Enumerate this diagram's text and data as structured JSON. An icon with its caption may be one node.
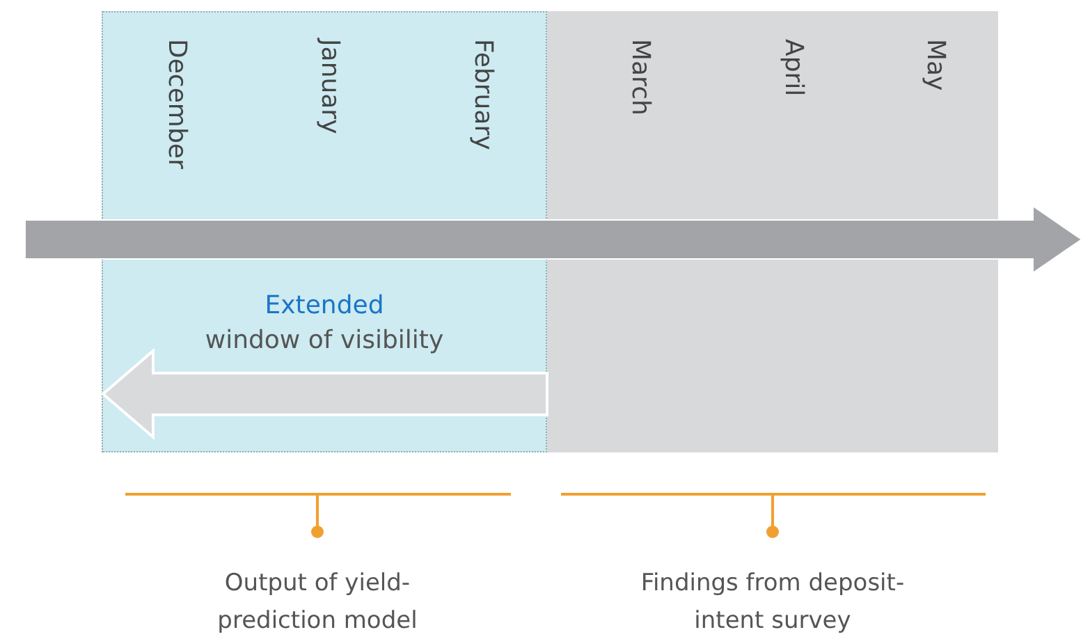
{
  "diagram": {
    "labels": [
      "December",
      "January",
      "February",
      "March",
      "April",
      "May",
      "Extended",
      "window of visibility",
      "Output of yield-prediction model",
      "Findings from deposit-intent survey"
    ]
  }
}
